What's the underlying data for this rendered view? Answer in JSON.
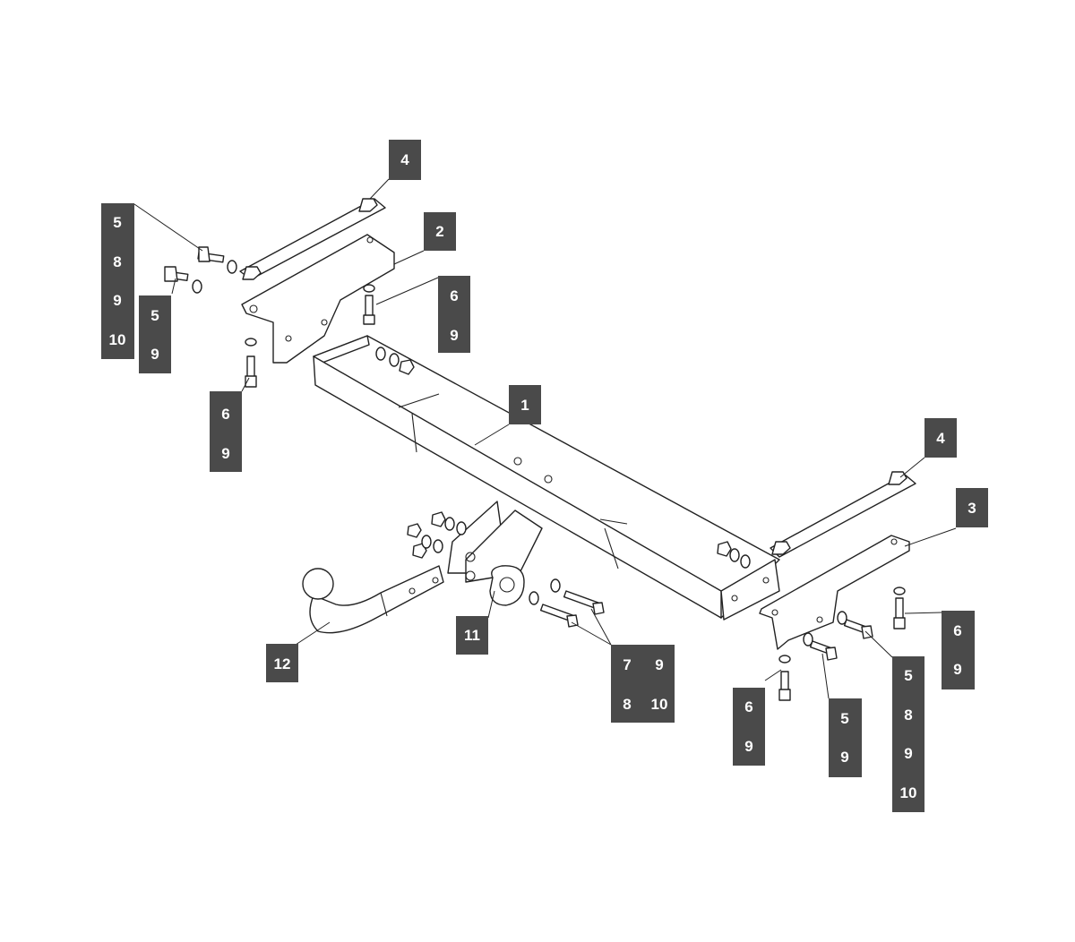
{
  "callouts": {
    "c1": "1",
    "c2": "2",
    "c3": "3",
    "c4_left": "4",
    "c4_right": "4",
    "c11": "11",
    "c12": "12",
    "group_top_left_a": [
      "5",
      "8",
      "9",
      "10"
    ],
    "group_top_left_b": [
      "5",
      "9"
    ],
    "group_left_6_9_upper": [
      "6",
      "9"
    ],
    "group_left_6_9_lower": [
      "6",
      "9"
    ],
    "group_center_bolts": [
      "7",
      "9",
      "8",
      "10"
    ],
    "group_right_6_9_top": [
      "6",
      "9"
    ],
    "group_right_6_9_bottom": [
      "6",
      "9"
    ],
    "group_right_5_9": [
      "5",
      "9"
    ],
    "group_right_5_8_9_10": [
      "5",
      "8",
      "9",
      "10"
    ]
  },
  "colors": {
    "label_bg": "#4a4a4a",
    "label_text": "#ffffff",
    "line": "#222222"
  }
}
